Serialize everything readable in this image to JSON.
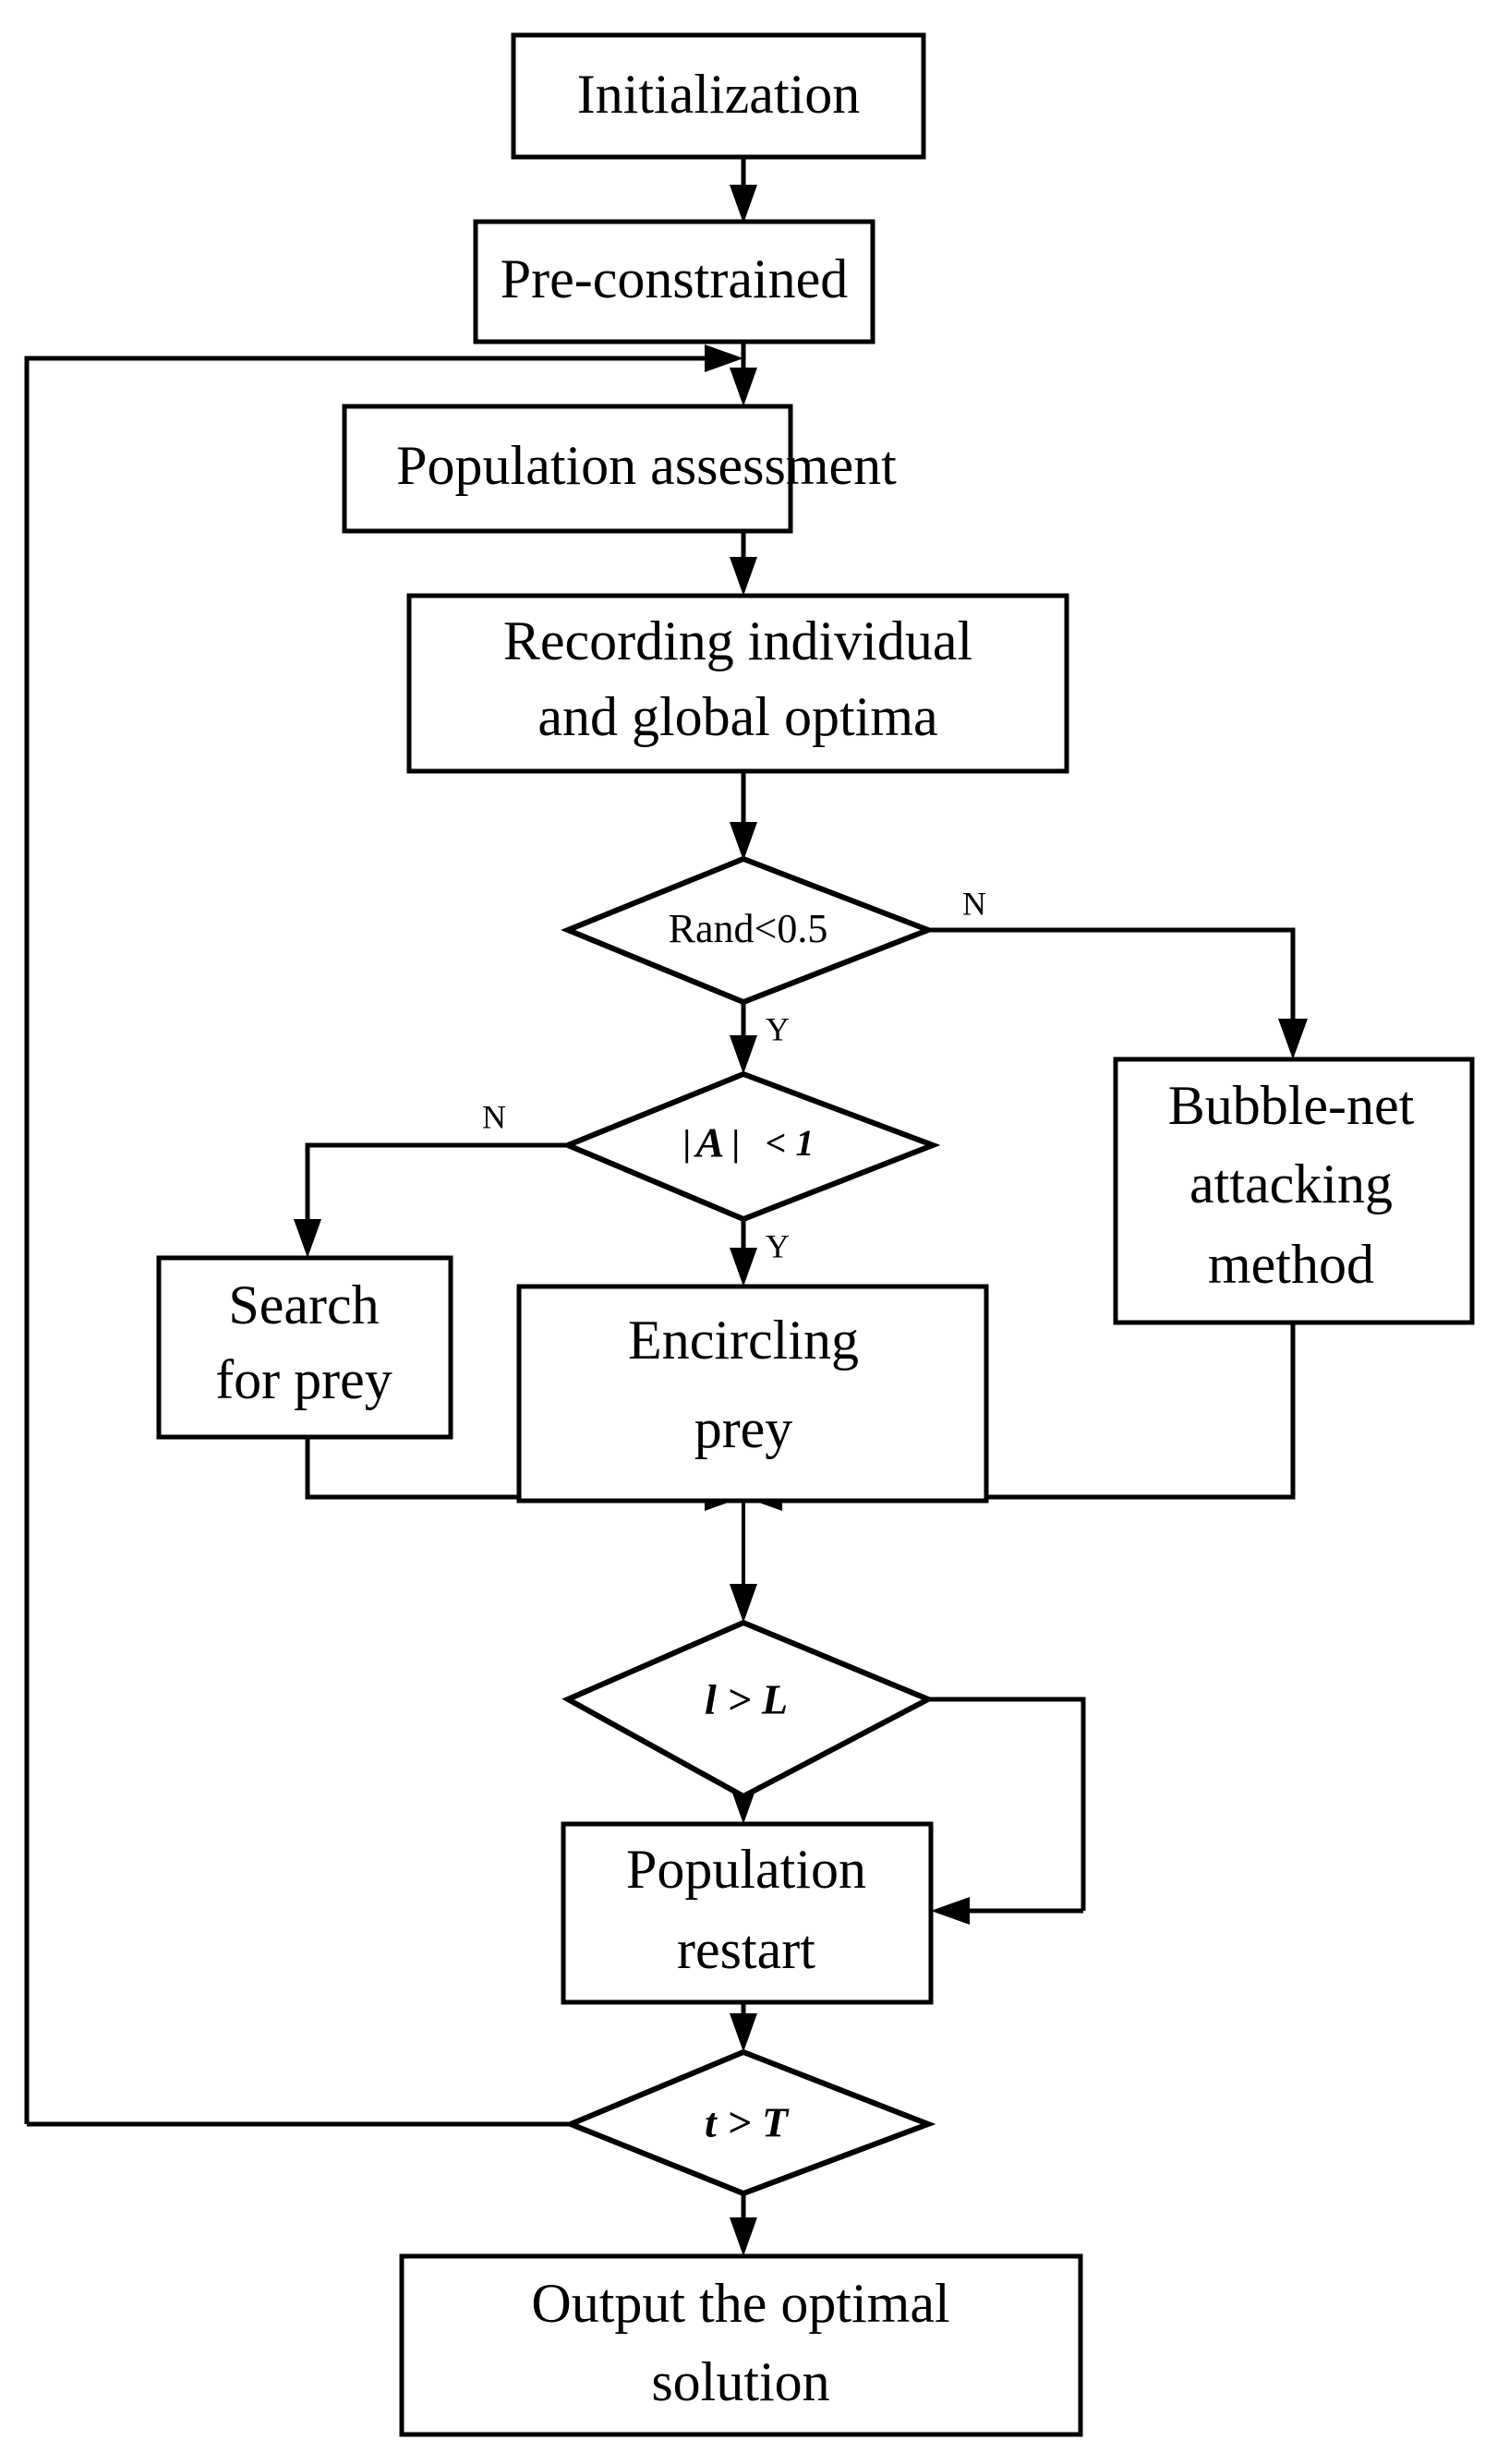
{
  "diagram": {
    "title": "Improved Whale Optimization Algorithm Flowchart",
    "background": "#ffffff",
    "line_color": "#000000",
    "nodes": {
      "initialization": {
        "label": "Initialization",
        "shape": "rectangle"
      },
      "pre_constrained": {
        "label": "Pre-constrained",
        "shape": "rectangle"
      },
      "population_assessment": {
        "label": "Population assessment",
        "shape": "rectangle"
      },
      "recording_optima_line1": {
        "label": "Recording individual",
        "shape": "rectangle"
      },
      "recording_optima_line2": {
        "label": "and global optima",
        "shape": "rectangle"
      },
      "rand_decision": {
        "label": "Rand<0.5",
        "shape": "diamond"
      },
      "a_decision_abs_open": {
        "label": "|",
        "shape": "diamond"
      },
      "a_decision_var": {
        "label": "A",
        "shape": "diamond"
      },
      "a_decision_abs_close": {
        "label": "|",
        "shape": "diamond"
      },
      "a_decision_rest": {
        "label": "< 1",
        "shape": "diamond"
      },
      "bubble_net_line1": {
        "label": "Bubble-net",
        "shape": "rectangle"
      },
      "bubble_net_line2": {
        "label": "attacking",
        "shape": "rectangle"
      },
      "bubble_net_line3": {
        "label": "method",
        "shape": "rectangle"
      },
      "search_prey_line1": {
        "label": "Search",
        "shape": "rectangle"
      },
      "search_prey_line2": {
        "label": "for prey",
        "shape": "rectangle"
      },
      "encircling_prey_line1": {
        "label": "Encircling",
        "shape": "rectangle"
      },
      "encircling_prey_line2": {
        "label": "prey",
        "shape": "rectangle"
      },
      "l_decision": {
        "label": "l > L",
        "shape": "diamond"
      },
      "population_restart_line1": {
        "label": "Population",
        "shape": "rectangle"
      },
      "population_restart_line2": {
        "label": "restart",
        "shape": "rectangle"
      },
      "t_decision": {
        "label": "t > T",
        "shape": "diamond"
      },
      "output_line1": {
        "label": "Output the optimal",
        "shape": "rectangle"
      },
      "output_line2": {
        "label": "solution",
        "shape": "rectangle"
      }
    },
    "branch_labels": {
      "rand_no": "N",
      "rand_yes": "Y",
      "a_no": "N",
      "a_yes": "Y"
    }
  }
}
